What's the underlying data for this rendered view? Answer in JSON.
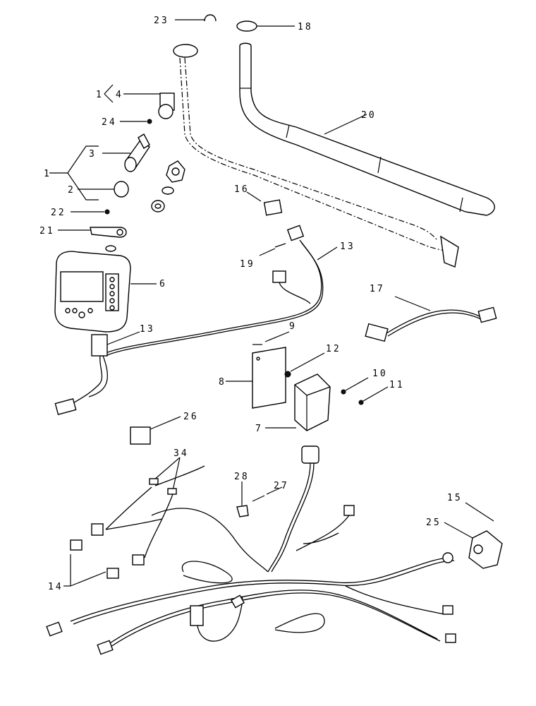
{
  "callouts": [
    {
      "id": "c1a",
      "text": "1"
    },
    {
      "id": "c1b",
      "text": "1"
    },
    {
      "id": "c2",
      "text": "2"
    },
    {
      "id": "c3",
      "text": "3"
    },
    {
      "id": "c4",
      "text": "4"
    },
    {
      "id": "c6",
      "text": "6"
    },
    {
      "id": "c7",
      "text": "7"
    },
    {
      "id": "c8",
      "text": "8"
    },
    {
      "id": "c9",
      "text": "9"
    },
    {
      "id": "c10",
      "text": "10"
    },
    {
      "id": "c11",
      "text": "11"
    },
    {
      "id": "c12",
      "text": "12"
    },
    {
      "id": "c13a",
      "text": "13"
    },
    {
      "id": "c13b",
      "text": "13"
    },
    {
      "id": "c14",
      "text": "14"
    },
    {
      "id": "c15",
      "text": "15"
    },
    {
      "id": "c16",
      "text": "16"
    },
    {
      "id": "c17",
      "text": "17"
    },
    {
      "id": "c18",
      "text": "18"
    },
    {
      "id": "c19",
      "text": "19"
    },
    {
      "id": "c20",
      "text": "20"
    },
    {
      "id": "c21",
      "text": "21"
    },
    {
      "id": "c22",
      "text": "22"
    },
    {
      "id": "c23",
      "text": "23"
    },
    {
      "id": "c24",
      "text": "24"
    },
    {
      "id": "c25",
      "text": "25"
    },
    {
      "id": "c26",
      "text": "26"
    },
    {
      "id": "c27",
      "text": "27"
    },
    {
      "id": "c28",
      "text": "28"
    },
    {
      "id": "c34",
      "text": "34"
    }
  ]
}
